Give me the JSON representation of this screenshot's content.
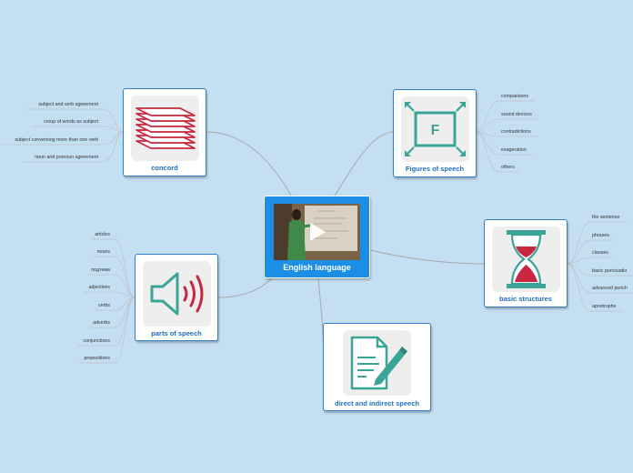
{
  "center": {
    "title": "English language"
  },
  "topics": {
    "concord": {
      "label": "concord",
      "children": [
        "subject and verb agreement",
        "croup of words as subject",
        "subject converning more than one verb",
        "noun and pronoun agreement"
      ]
    },
    "figures": {
      "label": "Figures of speech",
      "children": [
        "comparisons",
        "sound devices",
        "contradictions",
        "exageration",
        "others"
      ]
    },
    "parts": {
      "label": "parts of speech",
      "children": [
        "articles",
        "nouns",
        "подтема",
        "adjectives",
        "verbs",
        "adverbs",
        "conjunctions",
        "prepositions"
      ]
    },
    "basic": {
      "label": "basic structures",
      "children": [
        "the sentence",
        "phrases",
        "clauses",
        "basic punctuatio",
        "advanced punch",
        "apostrophe"
      ]
    },
    "direct": {
      "label": "direct and indirect speech"
    }
  },
  "icons": {
    "concord": "stacked-layers-icon",
    "figures": "figure-f-frame-icon",
    "parts": "speaker-icon",
    "basic": "hourglass-icon",
    "direct": "document-pen-icon",
    "center": "play-icon"
  },
  "colors": {
    "background": "#c5dff2",
    "node_border": "#2f7fcb",
    "center_fill": "#1c8ee6",
    "label_blue": "#1d6fbf",
    "icon_teal": "#3aa596",
    "icon_red": "#c8283f"
  }
}
